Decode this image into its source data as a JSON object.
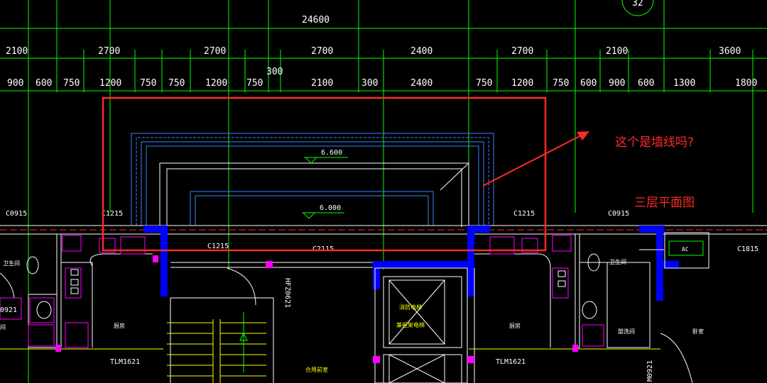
{
  "dimensions": {
    "overall": "24600",
    "row1": [
      "2100",
      "2700",
      "2700",
      "2700",
      "2400",
      "2700",
      "2100",
      "3600"
    ],
    "row2a": [
      "900",
      "600",
      "750",
      "1200",
      "750",
      "750",
      "1200",
      "750"
    ],
    "row2mid": "300",
    "row2b": [
      "2100",
      "300",
      "2400"
    ],
    "row2c": [
      "750",
      "1200",
      "750",
      "600",
      "900",
      "600",
      "1300",
      "1800"
    ],
    "axis_bubble": "32"
  },
  "elevations": {
    "upper": "6.600",
    "lower": "6.000"
  },
  "windows": {
    "c0915_left": "C0915",
    "c1215_left": "C1215",
    "c1215_mid": "C1215",
    "c2115": "C2115",
    "c1215_right": "C1215",
    "c0915_right": "C0915",
    "c1815": "C1815"
  },
  "doors": {
    "tlm_left": "TLM1621",
    "tlm_right": "TLM1621",
    "hfz": "HFZ0621",
    "m0921": "M0921",
    "partial_0921": "0921"
  },
  "rooms": {
    "bath_left": "卫生间",
    "kitchen_left": "厨房",
    "corridor": "合用前室",
    "elevator_fire": "消防电梯",
    "elevator_stretcher": "兼担架电梯",
    "kitchen_right": "厨房",
    "bath_right": "卫生间",
    "wash_right": "盥洗间",
    "bedroom_right": "卧室",
    "partial_left": "间"
  },
  "equipment": {
    "ac": "AC"
  },
  "annotations": {
    "question": "这个是墙线吗?",
    "plan_title": "三层平面图"
  },
  "colors": {
    "background": "#000000",
    "grid": "#00ff00",
    "wall_fill": "#0000ff",
    "annotation": "#ff2a2a",
    "outline_blue": "#3a86ff",
    "fixture": "#ff00ff",
    "stair": "#ffff00"
  }
}
